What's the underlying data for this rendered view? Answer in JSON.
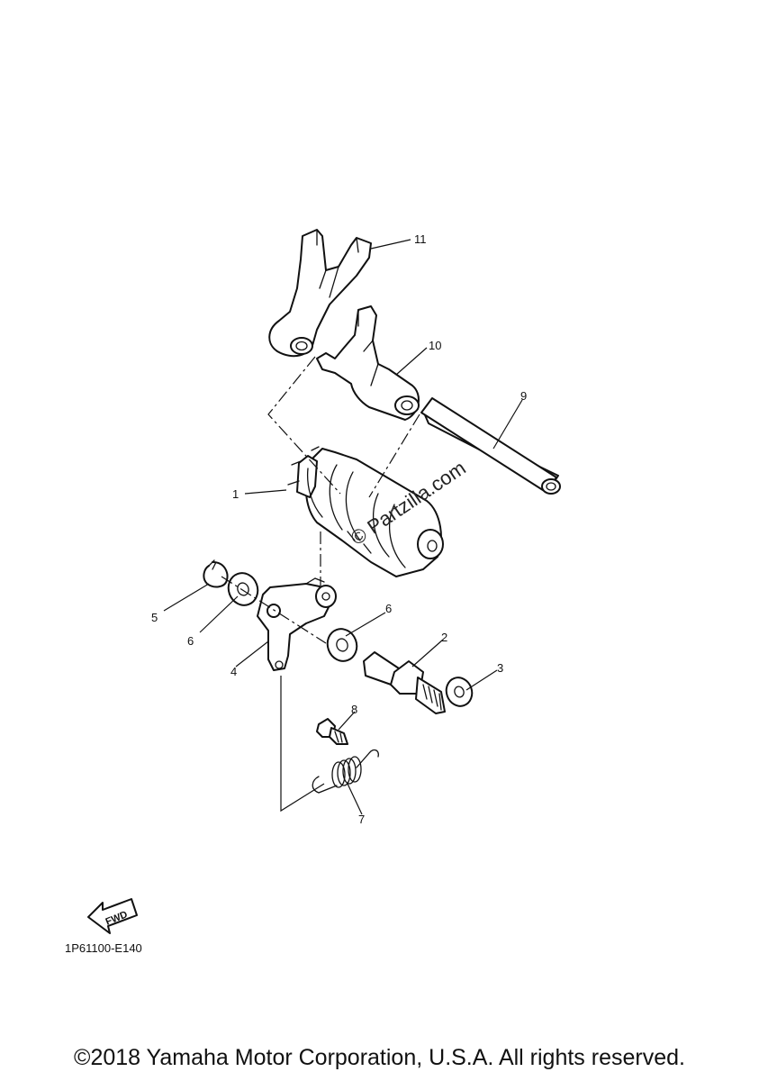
{
  "diagram": {
    "callouts": [
      {
        "id": "p11",
        "label": "11"
      },
      {
        "id": "p10",
        "label": "10"
      },
      {
        "id": "p9",
        "label": "9"
      },
      {
        "id": "p1",
        "label": "1"
      },
      {
        "id": "p5",
        "label": "5"
      },
      {
        "id": "p6a",
        "label": "6"
      },
      {
        "id": "p6b",
        "label": "6"
      },
      {
        "id": "p4",
        "label": "4"
      },
      {
        "id": "p2",
        "label": "2"
      },
      {
        "id": "p3",
        "label": "3"
      },
      {
        "id": "p8",
        "label": "8"
      },
      {
        "id": "p7",
        "label": "7"
      }
    ],
    "watermark": "© Partzilla.com",
    "fwd_label": "FWD",
    "diagram_code": "1P61100-E140"
  },
  "footer": {
    "copyright": "©2018 Yamaha Motor Corporation, U.S.A. All rights reserved."
  }
}
